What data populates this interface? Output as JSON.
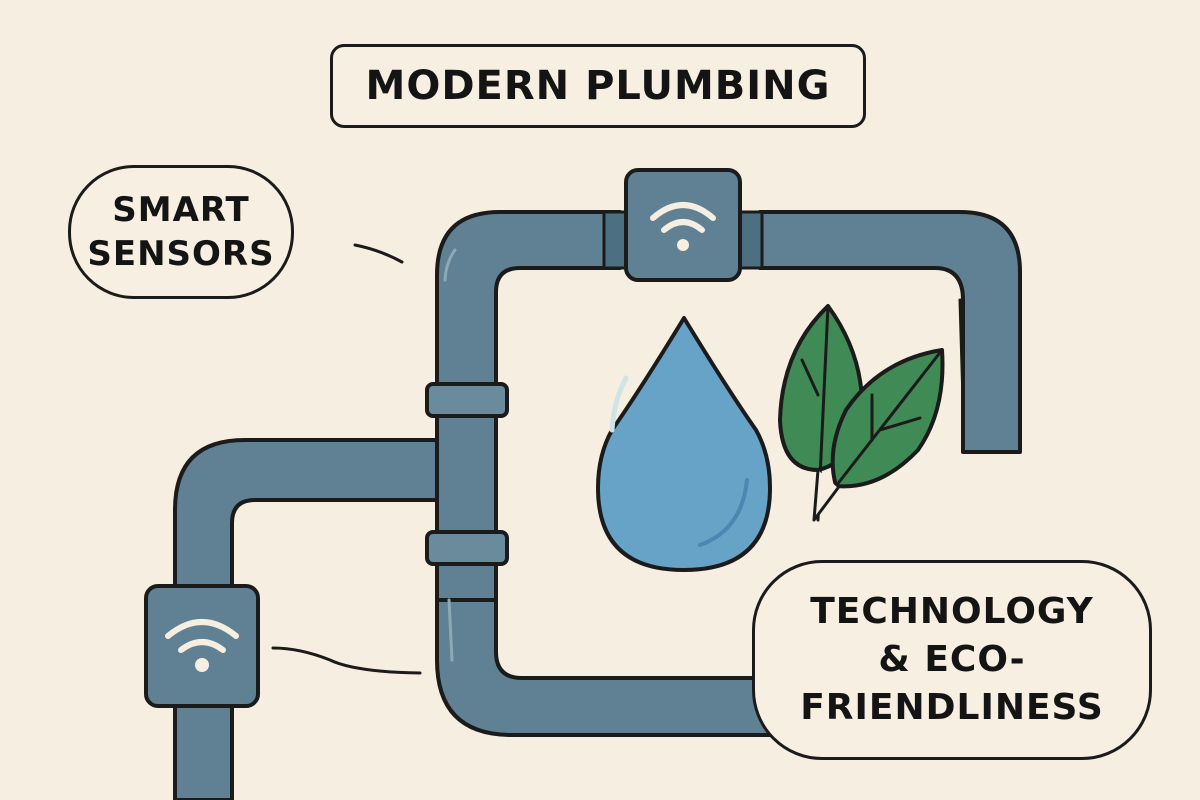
{
  "title": "MODERN PLUMBING",
  "labels": {
    "smart_sensors": "SMART\nSENSORS",
    "eco": "TECHNOLOGY\n& ECO-\nFRIENDLINESS"
  },
  "icons": {
    "sensor_top": "wifi-sensor",
    "sensor_left": "wifi-sensor",
    "water": "water-drop",
    "eco": "leaves"
  },
  "colors": {
    "background": "#f6eee0",
    "pipe": "#5f8193",
    "pipe_dark": "#4d6f82",
    "outline": "#1b1b1b",
    "water": "#66a3c7",
    "leaf": "#3f8a55",
    "icon_light": "#f6eee0"
  }
}
